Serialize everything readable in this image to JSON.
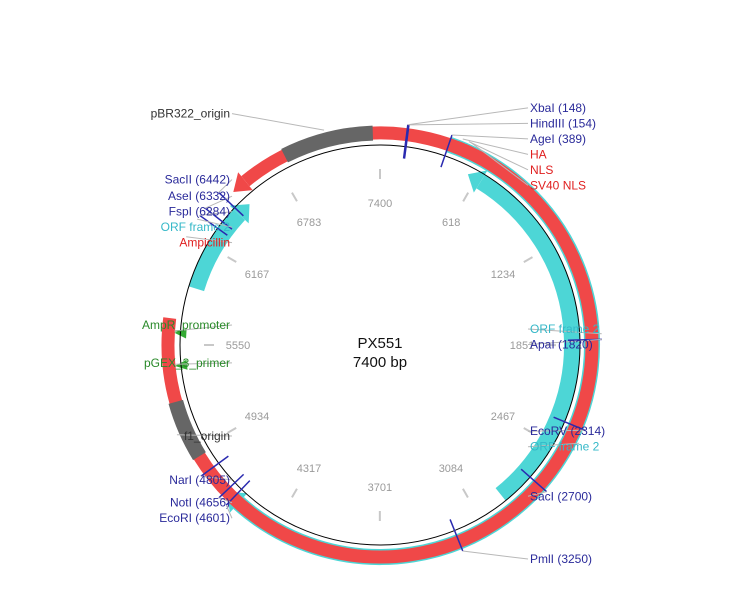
{
  "plasmid": {
    "name": "PX551",
    "length_label": "7400 bp",
    "length": 7400
  },
  "colors": {
    "backbone": "#000000",
    "orf": "#4dd6d6",
    "feature": "#f04848",
    "origin": "#666666",
    "primer": "#33aa33",
    "enzyme": "#2a2ab0",
    "tick": "#c8c8c8",
    "tick_label": "#9a9a9a",
    "leader": "#b8b8b8",
    "label_enzyme": "#2a2a9a",
    "label_orf": "#35b8c8",
    "label_feature": "#e02020",
    "label_primer": "#2a8a2a",
    "label_origin": "#333333"
  },
  "ticks": [
    "7400",
    "618",
    "1234",
    "1851",
    "2467",
    "3084",
    "3701",
    "4317",
    "4934",
    "5550",
    "6167",
    "6783"
  ],
  "tick_positions": [
    0,
    618,
    1234,
    1851,
    2467,
    3084,
    3701,
    4317,
    4934,
    5550,
    6167,
    6783
  ],
  "features": [
    {
      "name": "ORF frame 2",
      "kind": "orf",
      "track": "outer",
      "start": 390,
      "end": 4650,
      "direction": "cw"
    },
    {
      "name": "ORF frame 2",
      "kind": "orf",
      "track": "inner",
      "start": 2900,
      "end": 560,
      "direction": "ccw"
    },
    {
      "name": "ORF frame 2",
      "kind": "orf",
      "track": "inner",
      "start": 5900,
      "end": 6520,
      "direction": "cw"
    },
    {
      "name": "Ampicillin",
      "kind": "feature",
      "track": "outer",
      "start": 5700,
      "end": 6500,
      "direction": "ccw"
    },
    {
      "name": "pBR322_origin",
      "kind": "origin",
      "track": "outer",
      "start": 6850,
      "end": 7360,
      "direction": "none"
    },
    {
      "name": "f1_origin",
      "kind": "origin",
      "track": "outer",
      "start": 4900,
      "end": 5230,
      "direction": "none"
    },
    {
      "name": "AmpR_promoter",
      "kind": "primer",
      "track": "outer",
      "start": 5620,
      "end": 5640,
      "direction": "none"
    },
    {
      "name": "pGEX_3_primer",
      "kind": "primer",
      "track": "outer",
      "start": 5430,
      "end": 5450,
      "direction": "none"
    },
    {
      "name": "HA",
      "kind": "feature",
      "track": "outer",
      "start": 430,
      "end": 470,
      "direction": "none"
    },
    {
      "name": "SV40 NLS",
      "kind": "feature",
      "track": "outer",
      "start": 475,
      "end": 520,
      "direction": "none"
    },
    {
      "name": "NLS",
      "kind": "feature",
      "track": "outer",
      "start": 480,
      "end": 490,
      "direction": "none"
    }
  ],
  "enzymes": [
    {
      "name": "XbaI",
      "position": 148
    },
    {
      "name": "HindIII",
      "position": 154
    },
    {
      "name": "AgeI",
      "position": 389
    },
    {
      "name": "ApaI",
      "position": 1820
    },
    {
      "name": "EcoRV",
      "position": 2314
    },
    {
      "name": "SacI",
      "position": 2700
    },
    {
      "name": "PmlI",
      "position": 3250
    },
    {
      "name": "EcoRI",
      "position": 4601
    },
    {
      "name": "NotI",
      "position": 4656
    },
    {
      "name": "NarI",
      "position": 4805
    },
    {
      "name": "FspI",
      "position": 6284
    },
    {
      "name": "AseI",
      "position": 6332
    },
    {
      "name": "SacII",
      "position": 6442
    }
  ],
  "labels": [
    {
      "text": "XbaI (148)",
      "kind": "enzyme",
      "position": 148
    },
    {
      "text": "HindIII (154)",
      "kind": "enzyme",
      "position": 154
    },
    {
      "text": "AgeI (389)",
      "kind": "enzyme",
      "position": 389
    },
    {
      "text": "HA",
      "kind": "feature",
      "position": 450
    },
    {
      "text": "SV40 NLS",
      "kind": "feature",
      "position": 498
    },
    {
      "text": "NLS",
      "kind": "feature",
      "position": 485
    },
    {
      "text": "ORF frame 2",
      "kind": "orf",
      "position": 1790
    },
    {
      "text": "ApaI (1820)",
      "kind": "enzyme",
      "position": 1820
    },
    {
      "text": "EcoRV (2314)",
      "kind": "enzyme",
      "position": 2314
    },
    {
      "text": "ORF frame 2",
      "kind": "orf",
      "position": 2390
    },
    {
      "text": "SacI (2700)",
      "kind": "enzyme",
      "position": 2700
    },
    {
      "text": "PmlI (3250)",
      "kind": "enzyme",
      "position": 3250
    },
    {
      "text": "EcoRI (4601)",
      "kind": "enzyme",
      "position": 4601
    },
    {
      "text": "NotI (4656)",
      "kind": "enzyme",
      "position": 4656
    },
    {
      "text": "NarI (4805)",
      "kind": "enzyme",
      "position": 4805
    },
    {
      "text": "f1_origin",
      "kind": "origin",
      "position": 5060
    },
    {
      "text": "pGEX_3_primer",
      "kind": "primer",
      "position": 5440
    },
    {
      "text": "AmpR_promoter",
      "kind": "primer",
      "position": 5630
    },
    {
      "text": "Ampicillin",
      "kind": "feature",
      "position": 6150
    },
    {
      "text": "ORF frame 2",
      "kind": "orf",
      "position": 6260
    },
    {
      "text": "FspI (6284)",
      "kind": "enzyme",
      "position": 6284
    },
    {
      "text": "AseI (6332)",
      "kind": "enzyme",
      "position": 6332
    },
    {
      "text": "SacII (6442)",
      "kind": "enzyme",
      "position": 6442
    },
    {
      "text": "pBR322_origin",
      "kind": "origin",
      "position": 7100
    }
  ]
}
